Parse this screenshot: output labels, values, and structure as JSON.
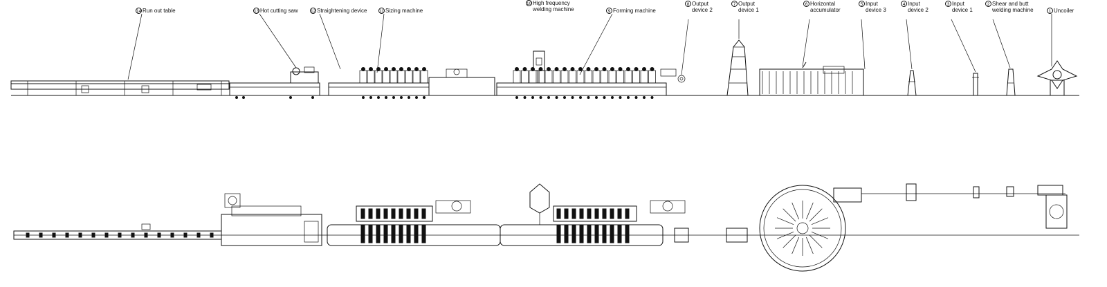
{
  "labels": [
    {
      "num": "14",
      "text": "Run out table"
    },
    {
      "num": "13",
      "text": "Hot cutting saw"
    },
    {
      "num": "12",
      "text": "Straightening device"
    },
    {
      "num": "11",
      "text": "Sizing machine"
    },
    {
      "num": "10",
      "text": "High frequency welding machine"
    },
    {
      "num": "9",
      "text": "Forming machine"
    },
    {
      "num": "8",
      "text": "Output device 2"
    },
    {
      "num": "7",
      "text": "Output device 1"
    },
    {
      "num": "6",
      "text": "Horizontal accumulator"
    },
    {
      "num": "5",
      "text": "Input device 3"
    },
    {
      "num": "4",
      "text": "Input device 2"
    },
    {
      "num": "3",
      "text": "Input device 1"
    },
    {
      "num": "2",
      "text": "Shear and butt welding machine"
    },
    {
      "num": "1",
      "text": "Uncoiler"
    }
  ]
}
